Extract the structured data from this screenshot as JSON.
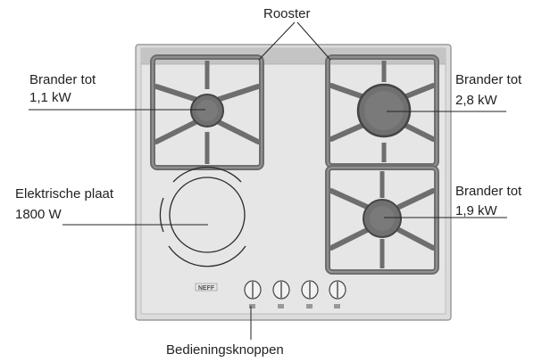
{
  "labels": {
    "rooster": "Rooster",
    "burner_small": [
      "Brander tot",
      "1,1 kW"
    ],
    "burner_large": [
      "Brander tot",
      "2,8 kW"
    ],
    "burner_medium": [
      "Brander tot",
      "1,9 kW"
    ],
    "electric_plate": [
      "Elektrische plaat",
      "1800 W"
    ],
    "controls": "Bedieningsknoppen"
  },
  "brand_text": "NEFF",
  "colors": {
    "hob_surface": "#e4e4e4",
    "grate": "#6e6e6e",
    "burner": "#707070",
    "leader_line": "#222222"
  }
}
